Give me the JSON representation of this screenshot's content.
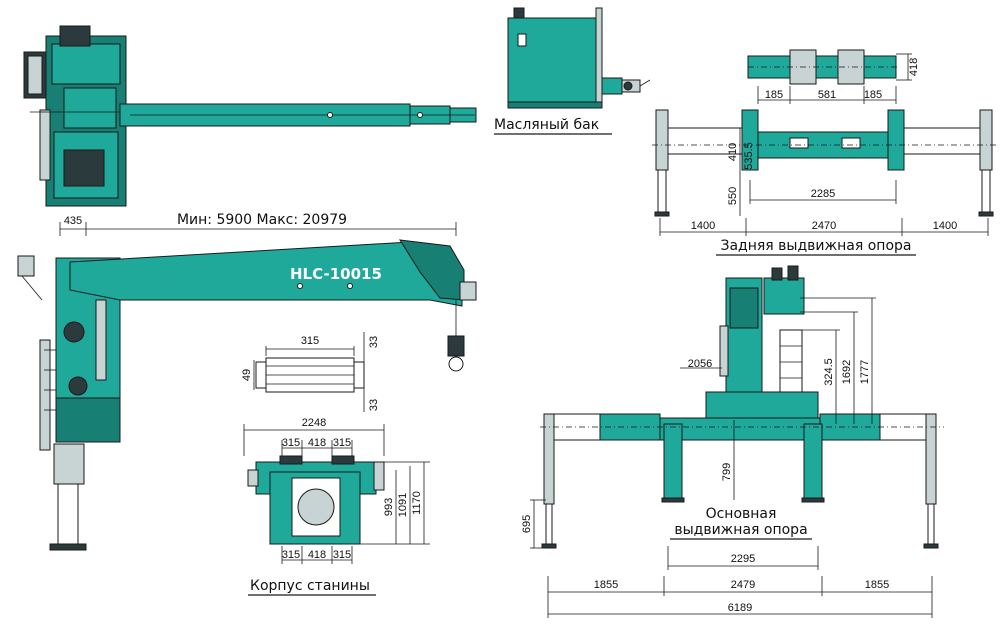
{
  "model": "HLC-10015",
  "boom": {
    "reach_label": "Мин: 5900 Макс: 20979",
    "offset": "435"
  },
  "oil_tank": {
    "caption": "Масляный бак"
  },
  "rear_outrigger": {
    "caption": "Задняя выдвижная опора",
    "width_top": "418",
    "spacing": [
      "185",
      "581",
      "185"
    ],
    "vertical": [
      "410",
      "535.5",
      "550"
    ],
    "inner_width": "2285",
    "spans": [
      "1400",
      "2470",
      "1400"
    ]
  },
  "beam_section": {
    "width": "315",
    "height": "49",
    "side_top": "33",
    "side_bottom": "33"
  },
  "frame_body": {
    "caption": "Корпус станины",
    "overall_width": "2248",
    "top_spacing": [
      "315",
      "418",
      "315"
    ],
    "bottom_spacing": [
      "315",
      "418",
      "315"
    ],
    "heights": [
      "993",
      "1091",
      "1170"
    ]
  },
  "main_outrigger": {
    "caption_line1": "Основная",
    "caption_line2": "выдвижная опора",
    "column_dims": [
      "2056",
      "324.5",
      "1692",
      "1777"
    ],
    "depth": "799",
    "leg_height": "695",
    "inner_width": "2295",
    "spans": [
      "1855",
      "2479",
      "1855"
    ],
    "total": "6189"
  }
}
